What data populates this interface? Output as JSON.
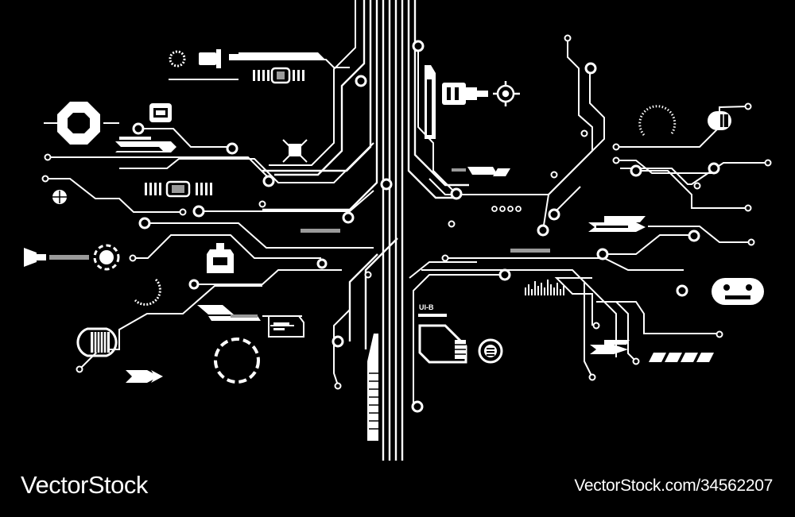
{
  "colors": {
    "background": "#000000",
    "circuit": "#ffffff",
    "accent_grey": "#9a9a9a"
  },
  "panel_label": "UI-B",
  "footer": {
    "brand": "VectorStock",
    "stock_id": "VectorStock.com/34562207"
  },
  "icons": [
    "octagon-hud-icon",
    "capsule-hud-icon",
    "crosshair-icon",
    "connector-plug-icon",
    "ring-gauge-icon",
    "arrow-chevron-icon",
    "robot-face-icon",
    "equalizer-icon"
  ]
}
